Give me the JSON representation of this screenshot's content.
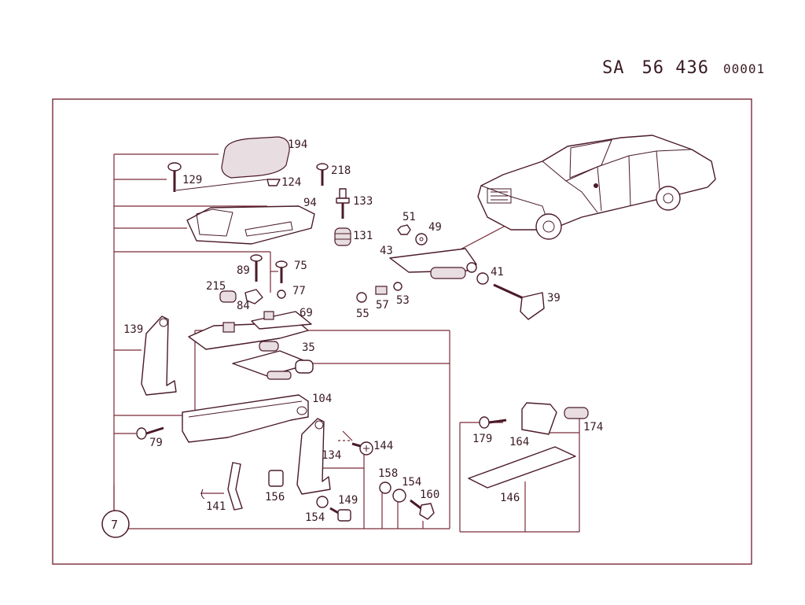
{
  "header": {
    "prefix": "SA",
    "number": "56 436",
    "suffix": "00001"
  },
  "group_callout": "7",
  "callouts": {
    "c194": "194",
    "c129": "129",
    "c124": "124",
    "c218": "218",
    "c94": "94",
    "c133": "133",
    "c131": "131",
    "c51": "51",
    "c49": "49",
    "c43": "43",
    "c89": "89",
    "c75": "75",
    "c215": "215",
    "c84": "84",
    "c77": "77",
    "c41": "41",
    "c39": "39",
    "c55": "55",
    "c57": "57",
    "c53": "53",
    "c69": "69",
    "c139": "139",
    "c35": "35",
    "c104": "104",
    "c79": "79",
    "c179": "179",
    "c164": "164",
    "c174": "174",
    "c144": "144",
    "c134": "134",
    "c158": "158",
    "c154a": "154",
    "c160": "160",
    "c149": "149",
    "c154b": "154",
    "c156": "156",
    "c141": "141",
    "c146": "146"
  }
}
